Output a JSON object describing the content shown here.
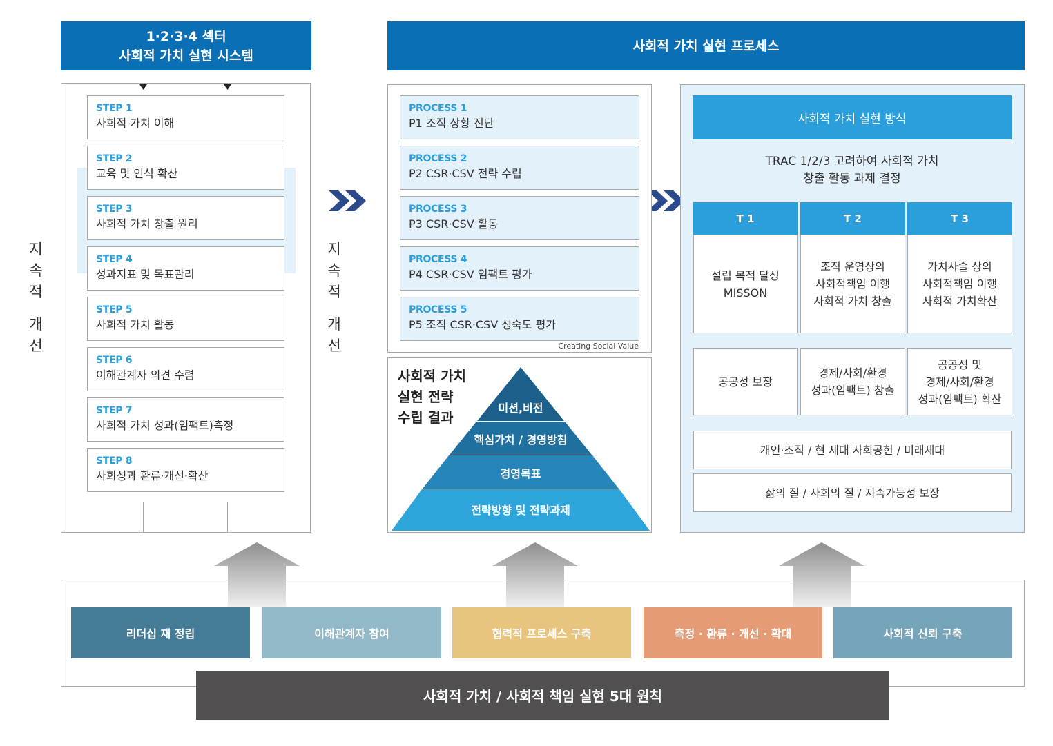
{
  "colors": {
    "header_blue": "#0a6fb5",
    "accent_blue": "#2a9fdc",
    "light_blue_bg": "#e3f1fa",
    "footer_dark": "#524f51",
    "arrow_navy": "#2b4a8b"
  },
  "left_panel": {
    "header_lines": [
      "1·2·3·4 섹터",
      "사회적 가치 실현 시스템"
    ],
    "steps": [
      {
        "tag": "STEP 1",
        "text": "사회적 가치 이해"
      },
      {
        "tag": "STEP 2",
        "text": "교육 및 인식 확산"
      },
      {
        "tag": "STEP 3",
        "text": "사회적 가치 창출 원리"
      },
      {
        "tag": "STEP 4",
        "text": "성과지표 및 목표관리"
      },
      {
        "tag": "STEP 5",
        "text": "사회적 가치 활동"
      },
      {
        "tag": "STEP 6",
        "text": "이해관계자 의견 수렴"
      },
      {
        "tag": "STEP 7",
        "text": "사회적 가치 성과(임팩트)측정"
      },
      {
        "tag": "STEP 8",
        "text": "사회성과 환류·개선·확산"
      }
    ],
    "side_label_top": [
      "지",
      "속",
      "적"
    ],
    "side_label_bottom": [
      "개",
      "선"
    ]
  },
  "middle_label": {
    "top": [
      "지",
      "속",
      "적"
    ],
    "bottom": [
      "개",
      "선"
    ]
  },
  "process_panel": {
    "header": "사회적 가치 실현 프로세스",
    "processes": [
      {
        "tag": "PROCESS 1",
        "text": "P1 조직 상황 진단"
      },
      {
        "tag": "PROCESS 2",
        "text": "P2 CSR·CSV 전략 수립"
      },
      {
        "tag": "PROCESS 3",
        "text": "P3 CSR·CSV 활동"
      },
      {
        "tag": "PROCESS 4",
        "text": "P4 CSR·CSV 임팩트 평가"
      },
      {
        "tag": "PROCESS 5",
        "text": "P5 조직 CSR·CSV 성숙도 평가"
      }
    ],
    "caption": "Creating Social Value"
  },
  "strategy": {
    "title_lines": [
      "사회적 가치",
      "실현 전략",
      "수립 결과"
    ],
    "pyramid": [
      "미션,비전",
      "핵심가치 / 경영방침",
      "경영목표",
      "전략방향 및 전략과제"
    ]
  },
  "method_panel": {
    "title": "사회적 가치 실현 방식",
    "subtitle_lines": [
      "TRAC 1/2/3 고려하여 사회적 가치",
      "창출 활동 과제 결정"
    ],
    "tracks": [
      {
        "head": "T 1",
        "body": "설립 목적 달성\nMISSON",
        "bottom": "공공성 보장"
      },
      {
        "head": "T 2",
        "body": "조직 운영상의\n사회적책임 이행\n사회적 가치 창출",
        "bottom": "경제/사회/환경\n성과(임팩트) 창출"
      },
      {
        "head": "T 3",
        "body": "가치사슬 상의\n사회적책임 이행\n사회적 가치확산",
        "bottom": "공공성 및\n경제/사회/환경\n성과(임팩트) 확산"
      }
    ],
    "row1": "개인·조직 / 현 세대 사회공헌 / 미래세대",
    "row2": "삶의 질 / 사회의 질 / 지속가능성 보장"
  },
  "principles": {
    "items": [
      {
        "label": "리더십 재 정립",
        "color": "#447c97"
      },
      {
        "label": "이해관계자 참여",
        "color": "#93b9c9"
      },
      {
        "label": "협력적 프로세스 구축",
        "color": "#e8c47f"
      },
      {
        "label": "측정 · 환류 · 개선 · 확대",
        "color": "#e59b76"
      },
      {
        "label": "사회적 신뢰 구축",
        "color": "#76a5bb"
      }
    ],
    "footer": "사회적 가치 / 사회적 책임 실현 5대 원칙"
  }
}
